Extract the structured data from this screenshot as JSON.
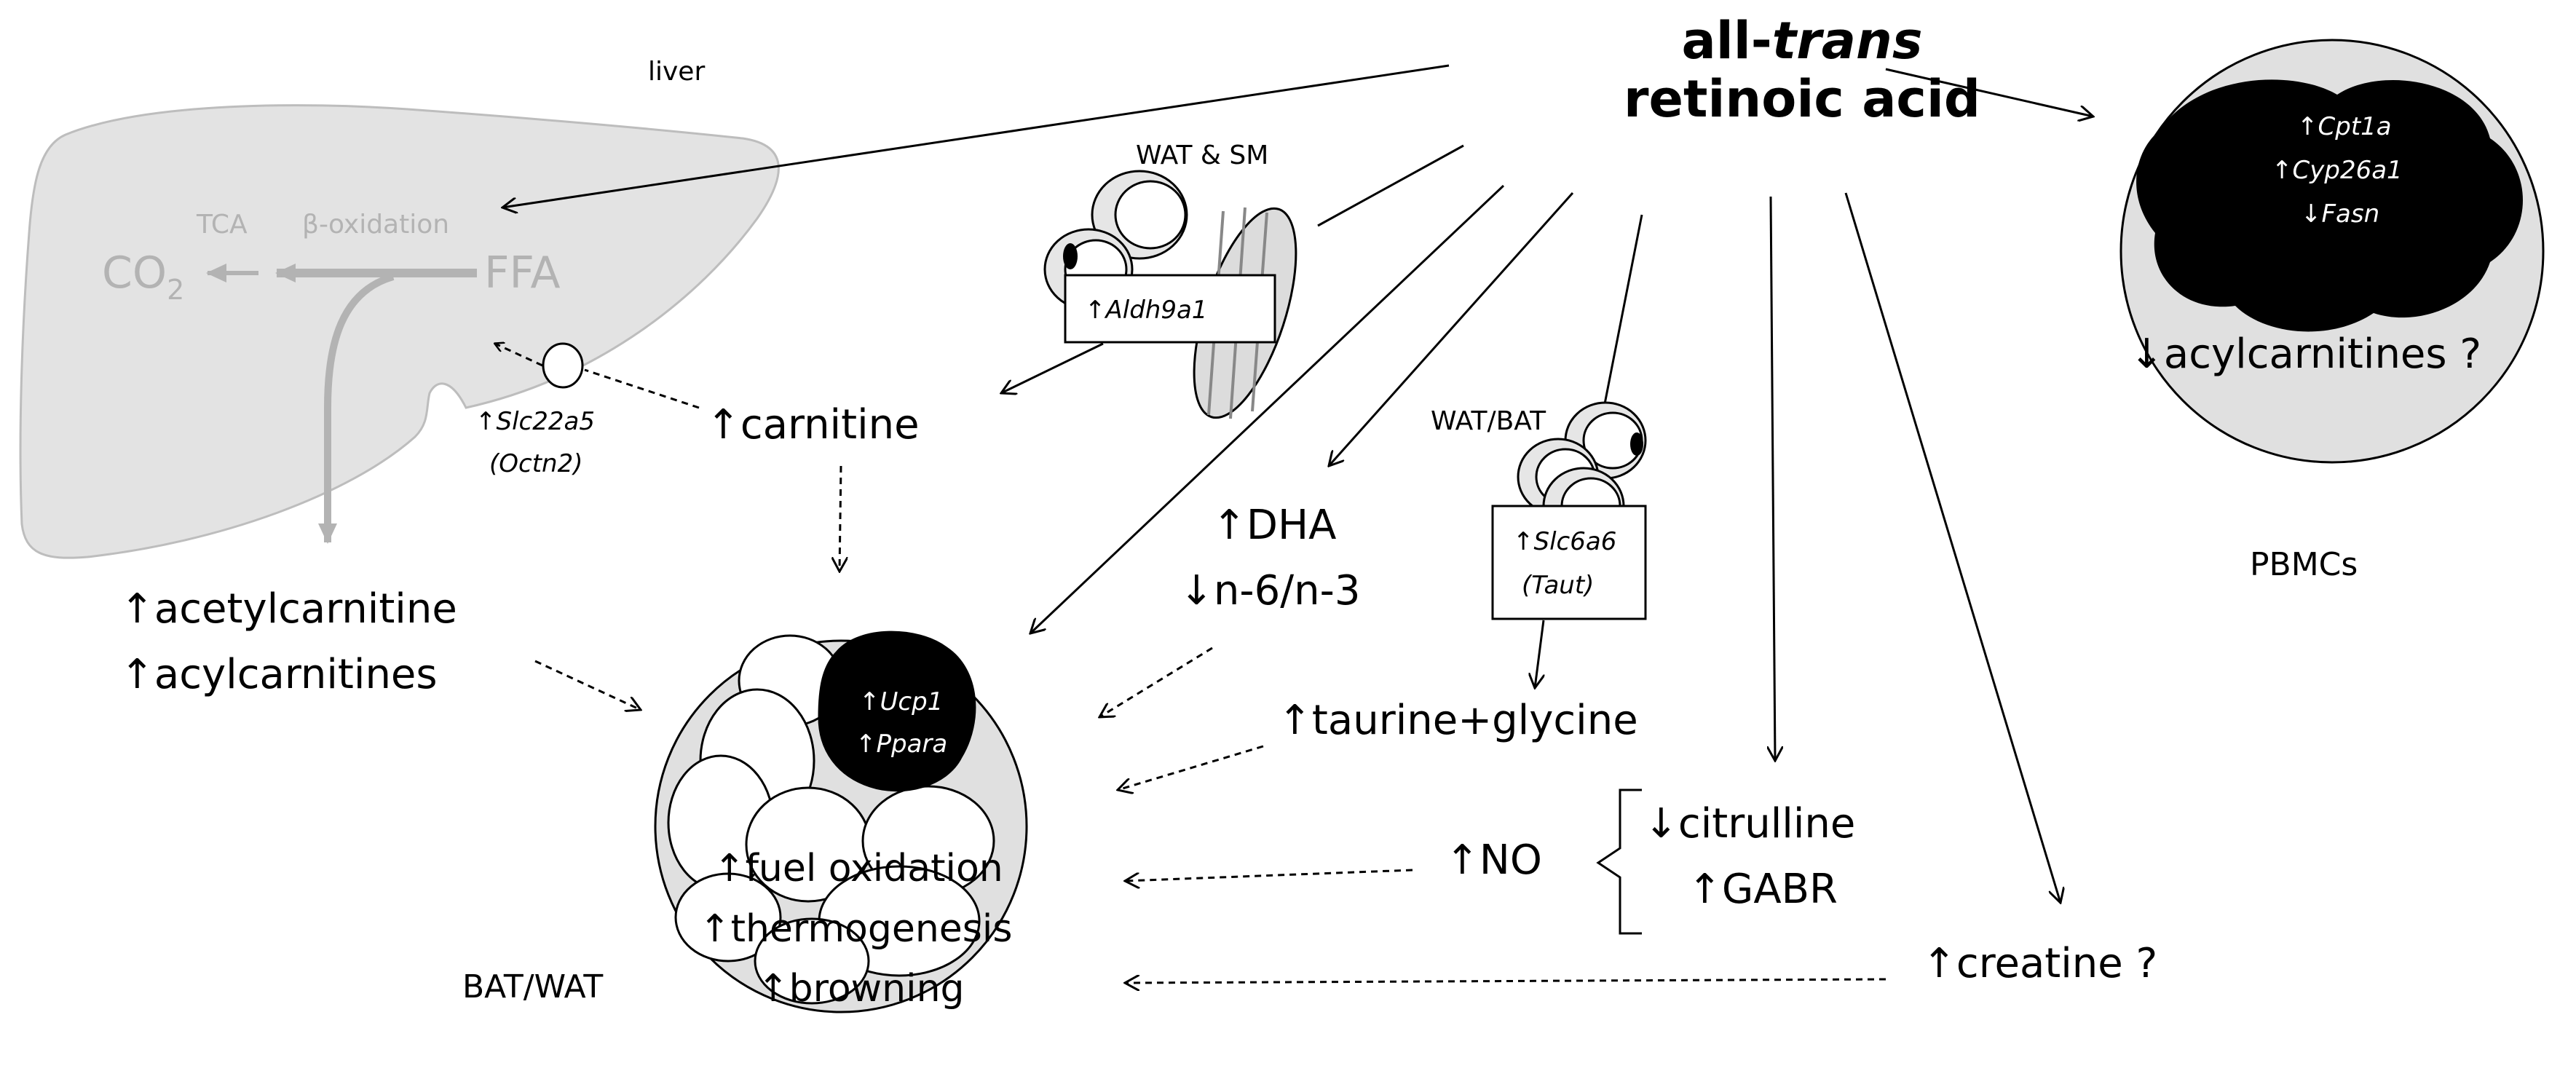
{
  "title": {
    "line1_prefix": "all-",
    "line1_italic": "trans",
    "line2": "retinoic acid"
  },
  "liver": {
    "label": "liver",
    "tca": "TCA",
    "beta_oxidation": "β-oxidation",
    "co2": "CO",
    "co2_sub": "2",
    "ffa": "FFA",
    "transporter_gene": "Slc22a5",
    "transporter_protein": "(Octn2)",
    "transporter_arrow": "↑"
  },
  "left_outputs": {
    "acetylcarnitine": "↑acetylcarnitine",
    "acylcarnitines": "↑acylcarnitines"
  },
  "wat_sm": {
    "label": "WAT & SM",
    "gene_arrow": "↑",
    "gene": "Aldh9a1"
  },
  "carnitine": "↑carnitine",
  "dha": {
    "line1": "↑DHA",
    "line2": "↓n-6/n-3"
  },
  "wat_bat": {
    "label": "WAT/BAT",
    "gene_arrow": "↑",
    "gene": "Slc6a6",
    "protein": "(Taut)"
  },
  "taurine": "↑taurine+glycine",
  "no": {
    "label": "↑NO",
    "citrulline": "↓citrulline",
    "gabr": "↑GABR"
  },
  "creatine": "↑creatine ?",
  "bat_wat": {
    "label": "BAT/WAT",
    "gene1_arrow": "↑",
    "gene1": "Ucp1",
    "gene2_arrow": "↑",
    "gene2": "Ppara",
    "effect1": "↑fuel oxidation",
    "effect2": "↑thermogenesis",
    "effect3": "↑browning"
  },
  "pbmc": {
    "label": "PBMCs",
    "gene1_arrow": "↑",
    "gene1": "Cpt1a",
    "gene2_arrow": "↑",
    "gene2": "Cyp26a1",
    "gene3_arrow": "↓",
    "gene3": "Fasn",
    "effect": "↓acylcarnitines ?"
  },
  "colors": {
    "liver_fill": "#e3e3e3",
    "liver_text": "#b3b3b3",
    "cell_fill": "#e0e0e0",
    "dark": "#000000"
  }
}
